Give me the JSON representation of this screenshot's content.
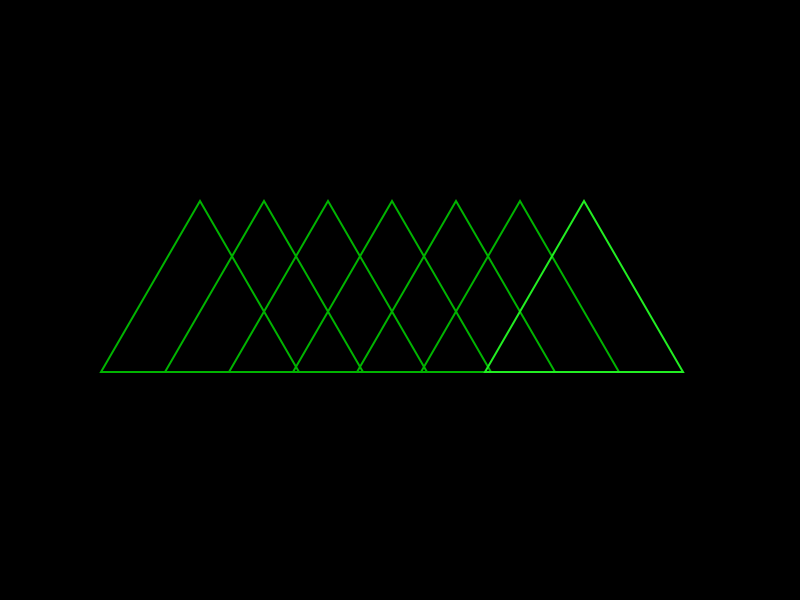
{
  "scene": {
    "background_color": "#000000",
    "shape": "triangle",
    "triangle_count": 7,
    "colors": {
      "dim": "#00b400",
      "bright": "#22ee22"
    },
    "highlighted_index": 6
  }
}
